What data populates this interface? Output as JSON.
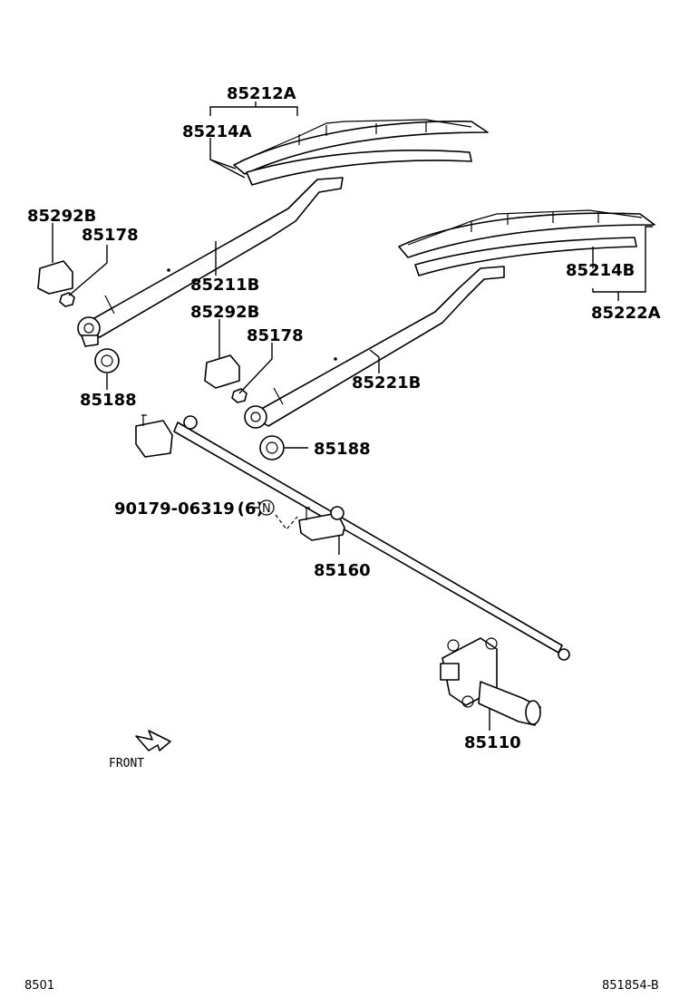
{
  "parts": {
    "blade_assy_left": "85212A",
    "blade_insert_left": "85214A",
    "cap_left": "85292B",
    "nut_left": "85178",
    "arm_left": "85211B",
    "cap_right": "85292B",
    "nut_right": "85178",
    "arm_right": "85221B",
    "blade_insert_right": "85214B",
    "blade_assy_right": "85222A",
    "pivot_nut_left": "85188",
    "pivot_nut_right": "85188",
    "screw": "90179-06319",
    "screw_qty": "(6)",
    "screw_marker": "N",
    "link_assy": "85160",
    "motor": "85110"
  },
  "front_label": "FRONT",
  "footer": {
    "left": "8501",
    "right": "851854-B"
  }
}
